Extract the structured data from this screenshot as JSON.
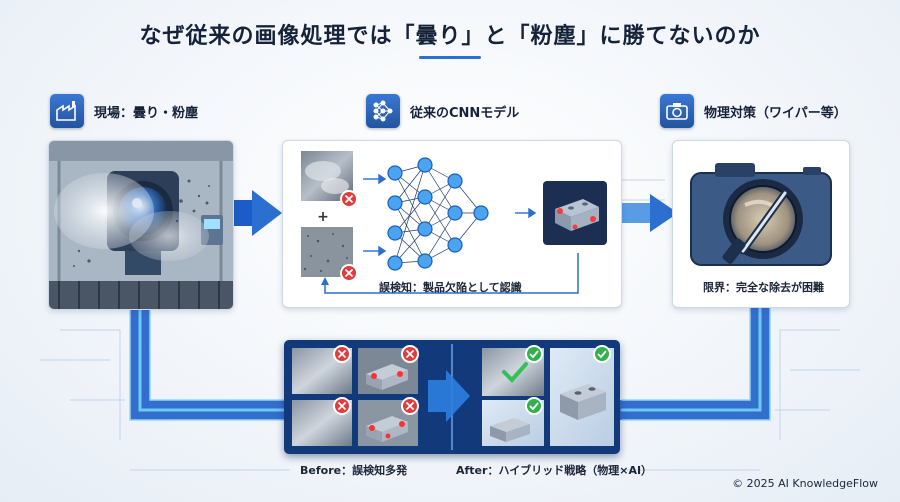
{
  "title": "なぜ従来の画像処理では「曇り」と「粉塵」に勝てないのか",
  "sections": {
    "site": {
      "label": "現場：曇り・粉塵",
      "icon": "factory-icon"
    },
    "cnn": {
      "label": "従来のCNNモデル",
      "icon": "neural-network-icon",
      "caption": "誤検知：製品欠陥として認識"
    },
    "physical": {
      "label": "物理対策（ワイパー等）",
      "icon": "camera-icon",
      "caption": "限界：完全な除去が困難"
    }
  },
  "comparison": {
    "before_label": "Before：誤検知多発",
    "after_label": "After：ハイブリッド戦略（物理×AI）"
  },
  "colors": {
    "accent": "#2b6fd1",
    "error": "#e23b3b",
    "ok": "#2fb24c",
    "dark_panel": "#123a7a"
  },
  "copyright": "© 2025 AI KnowledgeFlow"
}
